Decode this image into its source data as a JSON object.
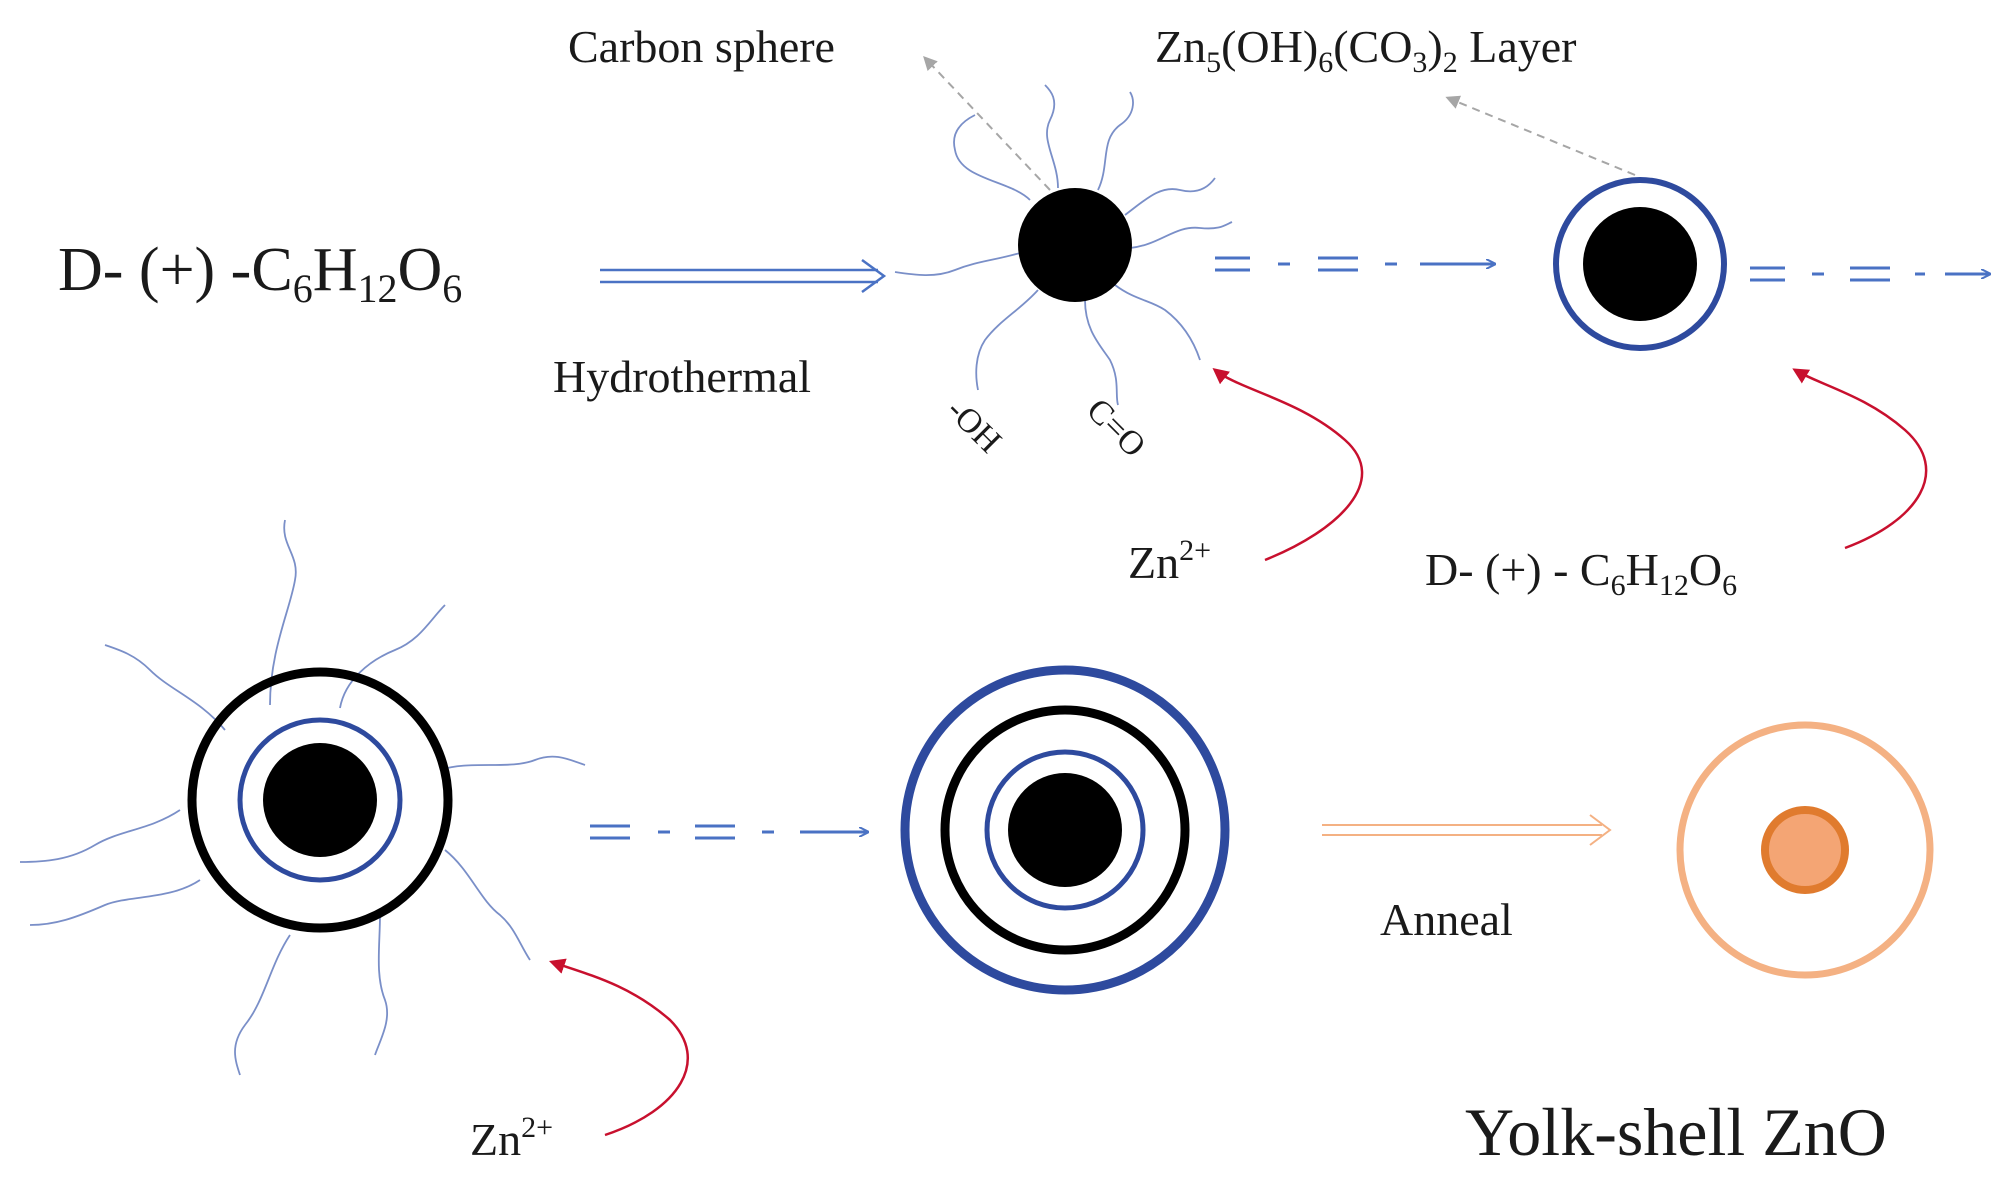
{
  "labels": {
    "carbon_sphere": "Carbon sphere",
    "zn_layer_prefix": "Zn",
    "zn_layer_sub1": "5",
    "zn_layer_mid1": "(OH)",
    "zn_layer_sub2": "6",
    "zn_layer_mid2": "(CO",
    "zn_layer_sub3": "3",
    "zn_layer_mid3": ")",
    "zn_layer_sub4": "2",
    "zn_layer_suffix": " Layer",
    "glucose_main": {
      "p1": "D- (+) -C",
      "s1": "6",
      "p2": "H",
      "s2": "12",
      "p3": "O",
      "s3": "6"
    },
    "glucose_small": {
      "p1": "D- (+) - C",
      "s1": "6",
      "p2": "H",
      "s2": "12",
      "p3": "O",
      "s3": "6"
    },
    "hydrothermal": "Hydrothermal",
    "oh_group": "-OH",
    "co_group": "C=O",
    "zn_ion": {
      "base": "Zn",
      "sup": "2+"
    },
    "anneal": "Anneal",
    "yolk_shell": "Yolk-shell ZnO"
  },
  "colors": {
    "carbon_core": "#000000",
    "zn_layer_blue": "#2e4a9e",
    "arrow_blue": "#4a72c4",
    "zn_arrow_red": "#c8102e",
    "anneal_orange": "#f4b183",
    "zno_yolk_fill": "#f4a574",
    "zno_yolk_stroke": "#e07b2e",
    "leader_gray": "#a6a6a6",
    "hair_blue": "#7a8fc8"
  }
}
